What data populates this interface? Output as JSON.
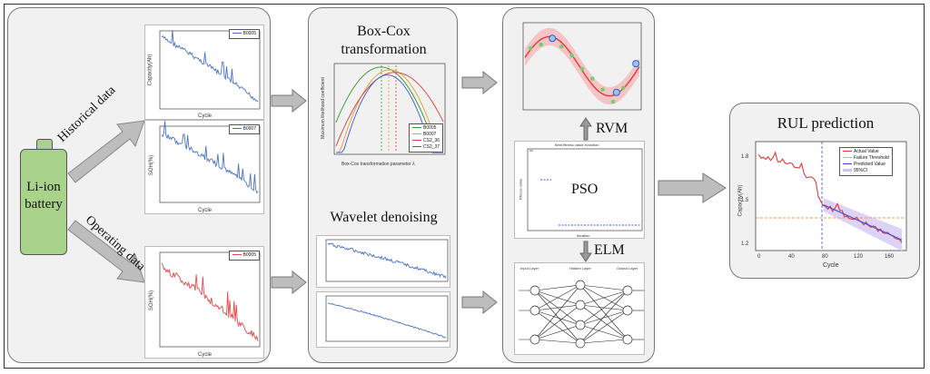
{
  "battery": {
    "label_line1": "Li-ion",
    "label_line2": "battery",
    "color": "#a9d38a"
  },
  "arrows": {
    "historical": "Historical data",
    "operating": "Operating data"
  },
  "charts": {
    "capacity_1": {
      "legend": "B0005",
      "xlabel": "Cycle",
      "ylabel": "Capacity(Ah)",
      "color": "#4a73c8"
    },
    "capacity_2": {
      "legend": "B0007",
      "xlabel": "Cycle",
      "ylabel": "SOH(%)",
      "color": "#4a73c8"
    },
    "operating": {
      "legend": "B0005",
      "xlabel": "Cycle",
      "ylabel": "SOH(%)",
      "color": "#e24b4b"
    }
  },
  "boxcox": {
    "title_line1": "Box-Cox",
    "title_line2": "transformation",
    "xlabel": "Box-Cox transformation parameter λ",
    "ylabel": "Maximum likelihood coefficient",
    "legend": [
      "B0005",
      "B0007",
      "CS2_36",
      "CS2_37"
    ]
  },
  "wavelet": {
    "title": "Wavelet denoising"
  },
  "rvm": {
    "label": "RVM"
  },
  "pso": {
    "label": "PSO",
    "chart_title": "Best fitness value evolution",
    "ylabel": "Fitness value",
    "xlabel": "Iteration"
  },
  "elm": {
    "label": "ELM",
    "layers": [
      "Input Layer",
      "Hidden Layer",
      "Output Layer"
    ]
  },
  "rul": {
    "title": "RUL prediction",
    "xlabel": "Cycle",
    "ylabel": "Capacity(Ah)",
    "xticks": [
      "0",
      "40",
      "80",
      "120",
      "160"
    ],
    "yticks": [
      "1.8",
      "1.5",
      "1.2"
    ],
    "legend": [
      "Actual Value",
      "Failure Threshold",
      "Predicted Value",
      "95%CI"
    ]
  }
}
